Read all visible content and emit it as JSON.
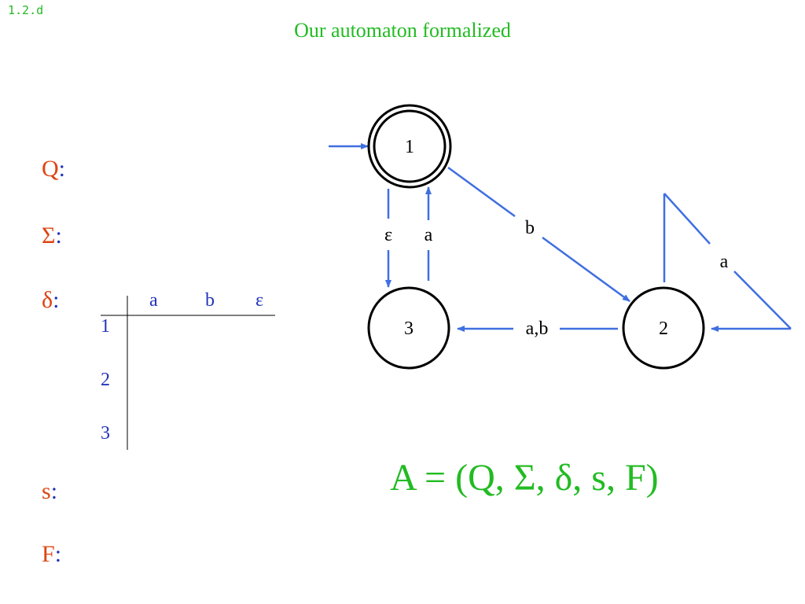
{
  "slide": {
    "number": "1.2.d",
    "title": "Our automaton formalized"
  },
  "definitions": {
    "Q": {
      "symbol": "Q",
      "colon": ":"
    },
    "Sigma": {
      "symbol": "Σ",
      "colon": ":"
    },
    "delta": {
      "symbol": "δ",
      "colon": ":"
    },
    "s": {
      "symbol": "s",
      "colon": ":"
    },
    "F": {
      "symbol": "F",
      "colon": ":"
    }
  },
  "transition_table": {
    "columns": [
      "a",
      "b",
      "ε"
    ],
    "rows": [
      "1",
      "2",
      "3"
    ]
  },
  "automaton": {
    "states": [
      "1",
      "2",
      "3"
    ],
    "start_state": "1",
    "accepting_states": [
      "1"
    ],
    "transitions": [
      {
        "from": "1",
        "to": "3",
        "label": "ε"
      },
      {
        "from": "3",
        "to": "1",
        "label": "a"
      },
      {
        "from": "1",
        "to": "2",
        "label": "b"
      },
      {
        "from": "2",
        "to": "3",
        "label": "a,b"
      },
      {
        "from": "2",
        "to": "2",
        "label": "a"
      }
    ]
  },
  "formula": "A = (Q, Σ, δ, s, F)",
  "colors": {
    "title": "#22bb22",
    "symbol": "#dd4411",
    "colon": "#2233bb",
    "arrow": "#3f6fe0",
    "state_stroke": "#000000"
  }
}
